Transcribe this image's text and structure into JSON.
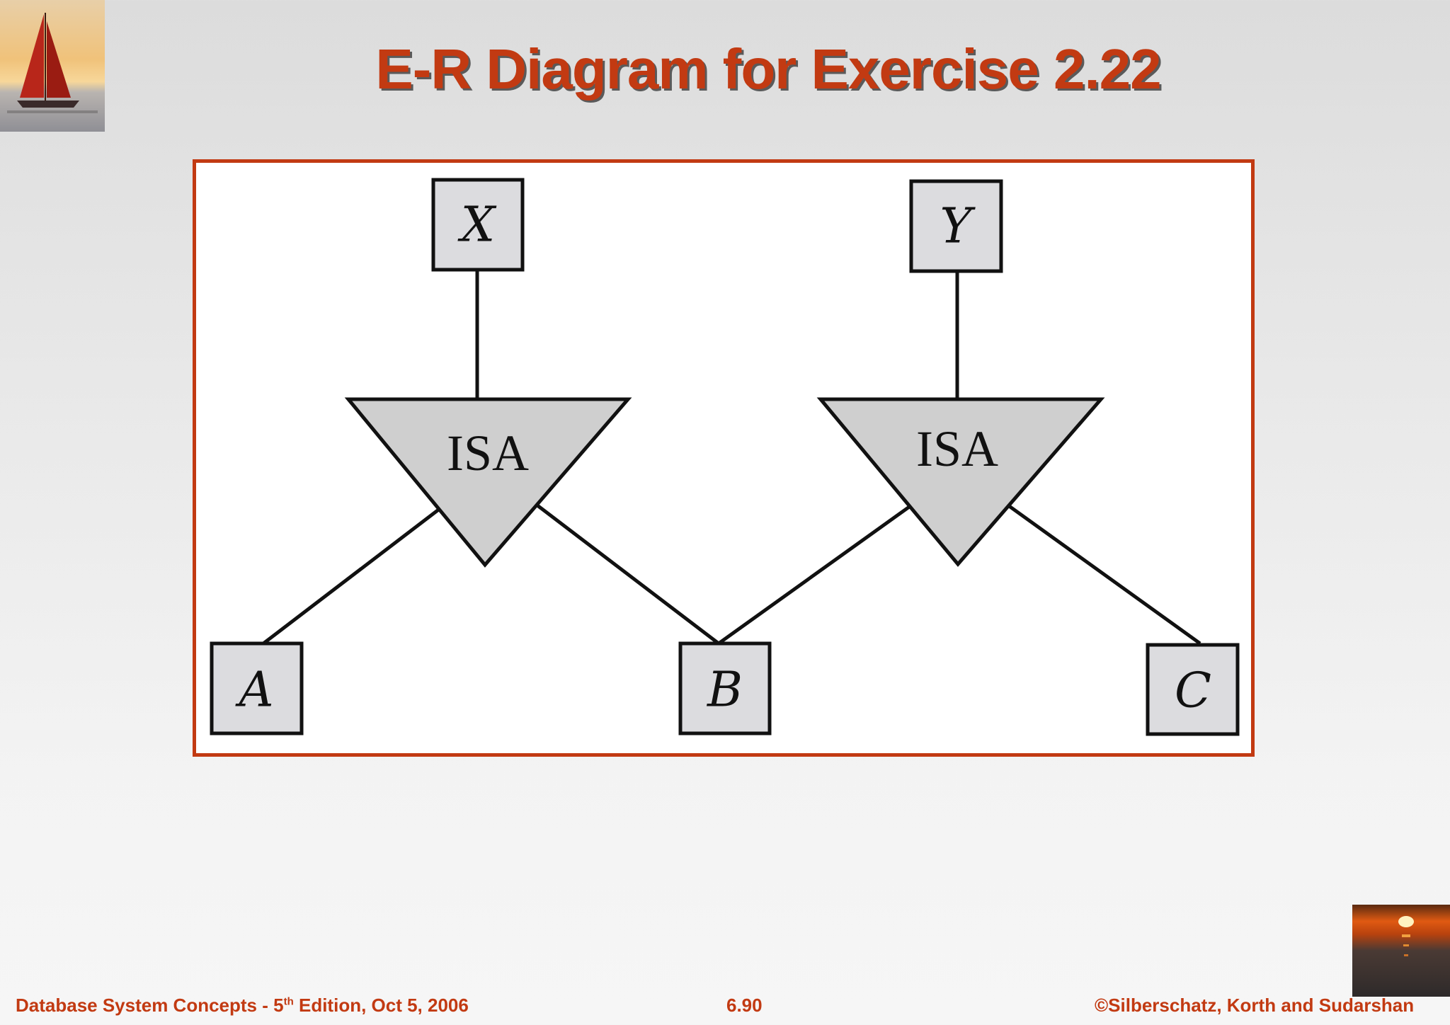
{
  "slide": {
    "title": "E-R Diagram for Exercise 2.22"
  },
  "diagram": {
    "entities": {
      "x": "X",
      "y": "Y",
      "a": "A",
      "b": "B",
      "c": "C"
    },
    "isa_left": "ISA",
    "isa_right": "ISA"
  },
  "footer": {
    "left_prefix": "Database System Concepts - 5",
    "left_sup": "th",
    "left_suffix": " Edition, Oct 5, 2006",
    "center": "6.90",
    "right": "©Silberschatz, Korth and Sudarshan"
  },
  "colors": {
    "accent": "#c23a12",
    "entity_fill": "#dcdcdf",
    "isa_fill": "#cfcfcf"
  }
}
